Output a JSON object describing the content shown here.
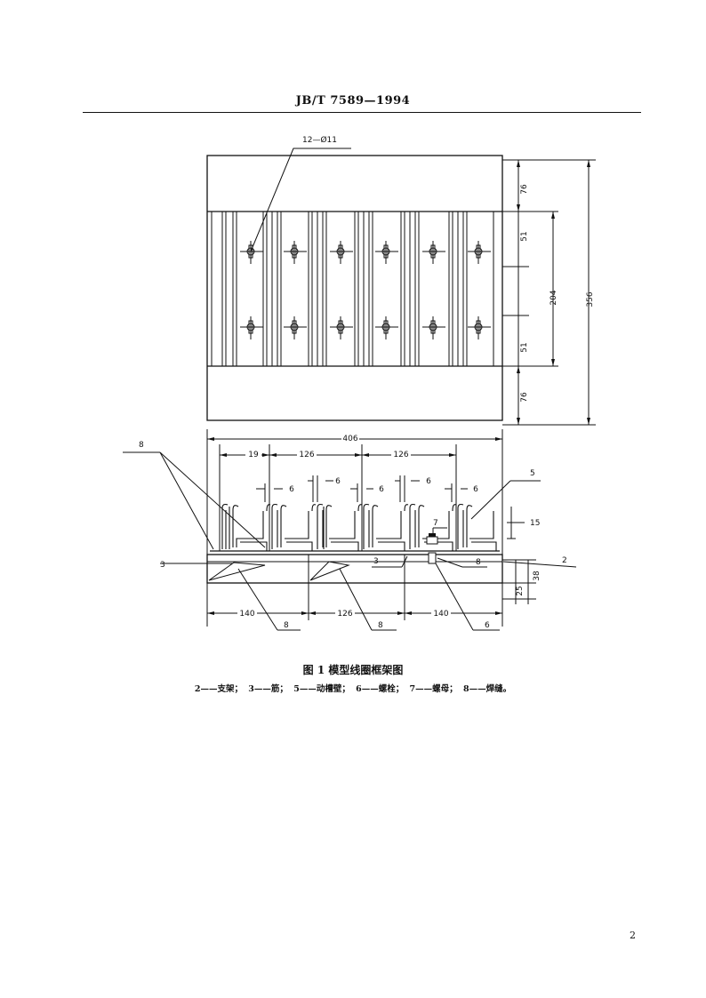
{
  "header": {
    "standard_code": "JB/T  7589—1994"
  },
  "figure": {
    "labels": {
      "holes": "12—Ø11",
      "overall_width": "406",
      "overall_height": "356",
      "mid_height": "204",
      "top_margin": "76",
      "bottom_margin": "76",
      "upper_slot": "51",
      "lower_slot": "51",
      "offset_19": "19",
      "pitch_a": "126",
      "pitch_b": "126",
      "gap_1": "6",
      "gap_2": "6",
      "gap_3": "6",
      "gap_4": "6",
      "wall_height": "15",
      "base_25": "25",
      "base_38": "38",
      "bottom_140a": "140",
      "bottom_126": "126",
      "bottom_140b": "140",
      "callout_8_top": "8",
      "callout_3_left": "3",
      "callout_3_mid": "3",
      "callout_5": "5",
      "callout_7": "7",
      "callout_8_right": "8",
      "callout_2": "2",
      "callout_8_bottom_a": "8",
      "callout_8_bottom_b": "8",
      "callout_6": "6"
    }
  },
  "caption": {
    "title": "图 1   模型线圈框架图",
    "legend": "2——支架；  3——筋；  5——动槽壁；  6——螺栓；  7——螺母；  8——焊缝。"
  },
  "page_number": "2"
}
